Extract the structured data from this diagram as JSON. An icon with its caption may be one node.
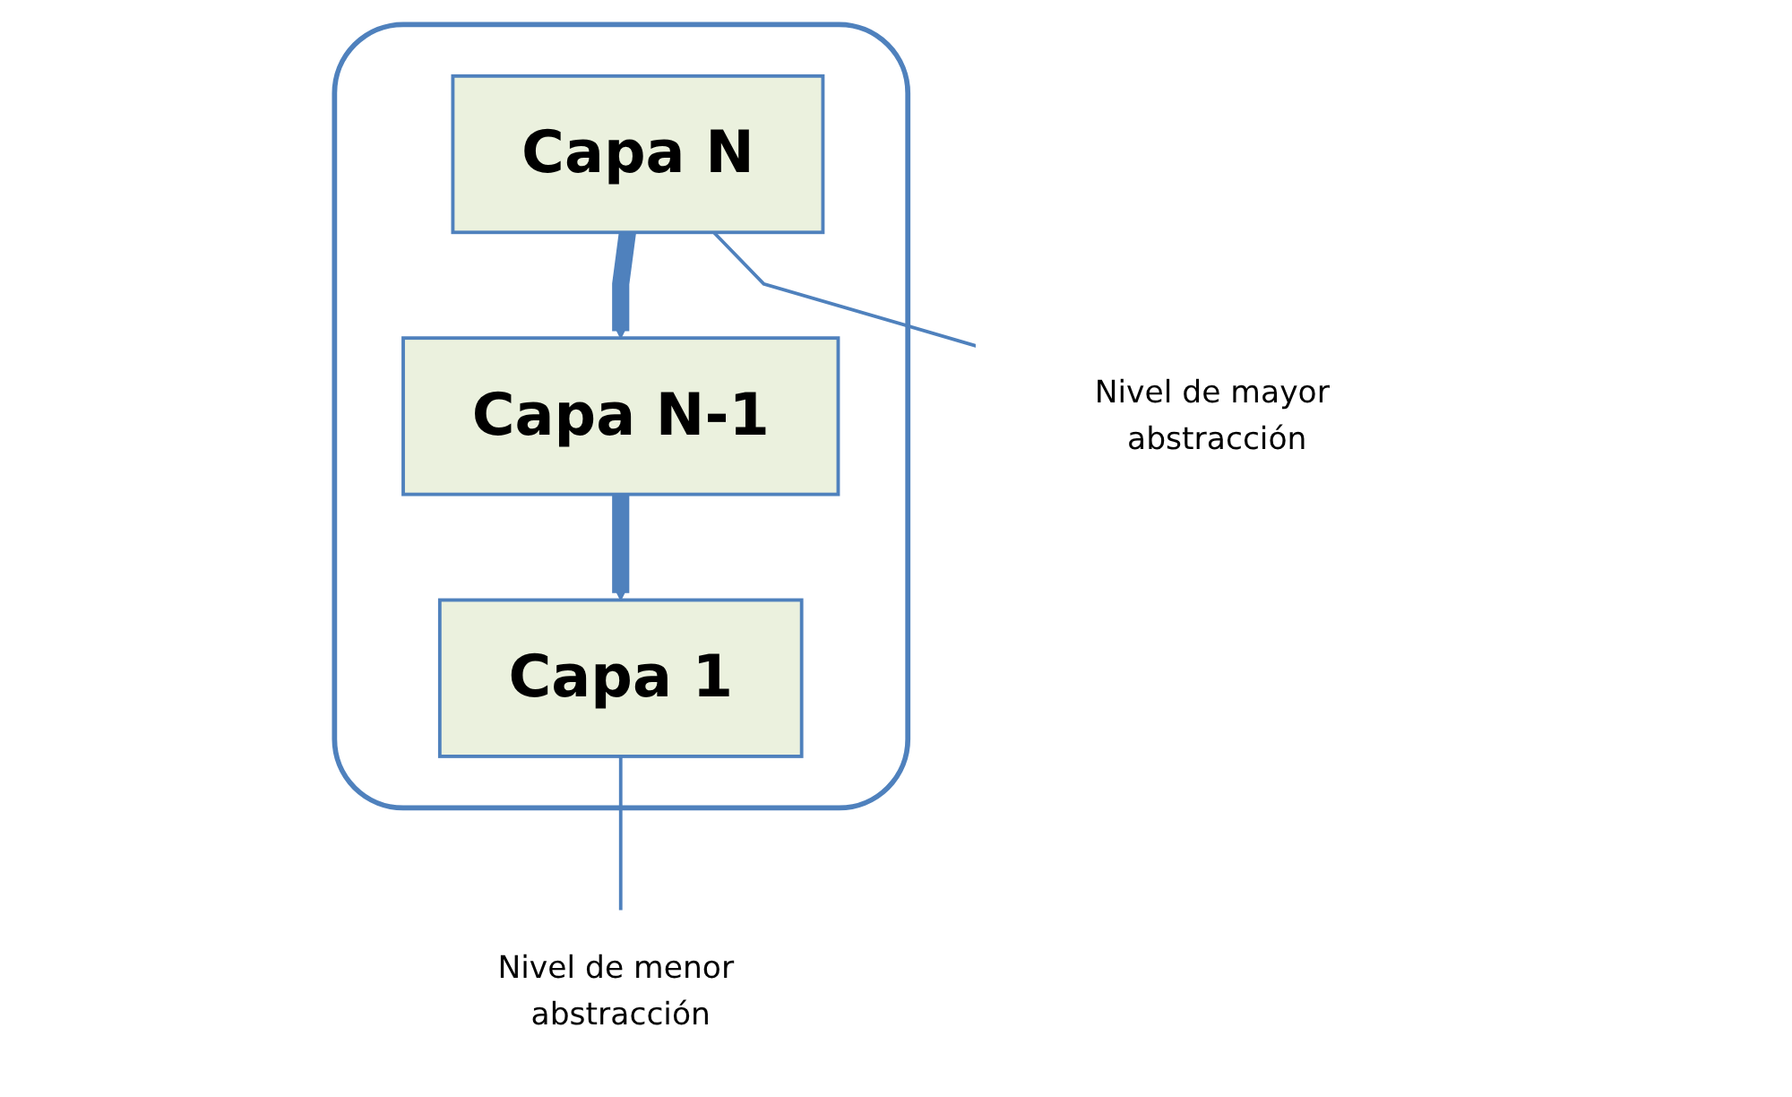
{
  "diagram": {
    "nodes": [
      {
        "text": [],
        "shape": "box"
      },
      {
        "text": [
          "Capa N"
        ],
        "in": 0
      },
      {
        "text": [
          "Capa N-1"
        ],
        "in": 0
      },
      {
        "text": [
          "Capa 1"
        ],
        "in": 0
      },
      {
        "text": [
          "Nivel de mayor abstracción"
        ]
      },
      {
        "text": [
          "Nivel de menor abstracción"
        ]
      }
    ],
    "edges": [
      {
        "from": 1,
        "to": 2,
        "arrow": "to",
        "style": "thick"
      },
      {
        "from": 2,
        "to": 3,
        "arrow": "to",
        "style": "thick"
      },
      {
        "from": 1,
        "to": 4,
        "arrow": "none"
      },
      {
        "from": 3,
        "to": 5,
        "arrow": "none"
      }
    ]
  }
}
